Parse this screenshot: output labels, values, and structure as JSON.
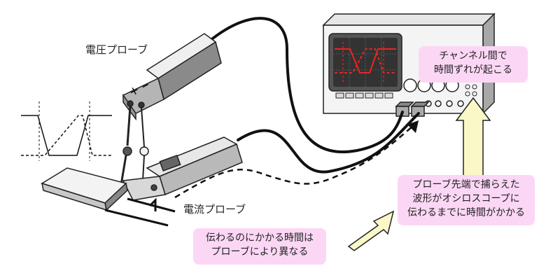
{
  "labels": {
    "voltage_probe": "電圧プローブ",
    "current_probe": "電流プローブ",
    "probe_marks": "＋ −"
  },
  "notes": {
    "skew": [
      "チャンネル間で",
      "時間ずれが起こる"
    ],
    "propagation": [
      "プローブ先端で捕らえた",
      "波形がオシロスコープに",
      "伝わるまでに時間がかかる"
    ],
    "difference": [
      "伝わるのにかかる時間は",
      "プローブにより異なる"
    ]
  },
  "colors": {
    "waveform": "#e8261e",
    "note_bg": "#fbd7f5",
    "arrow_fill": "#fbf8c8"
  }
}
